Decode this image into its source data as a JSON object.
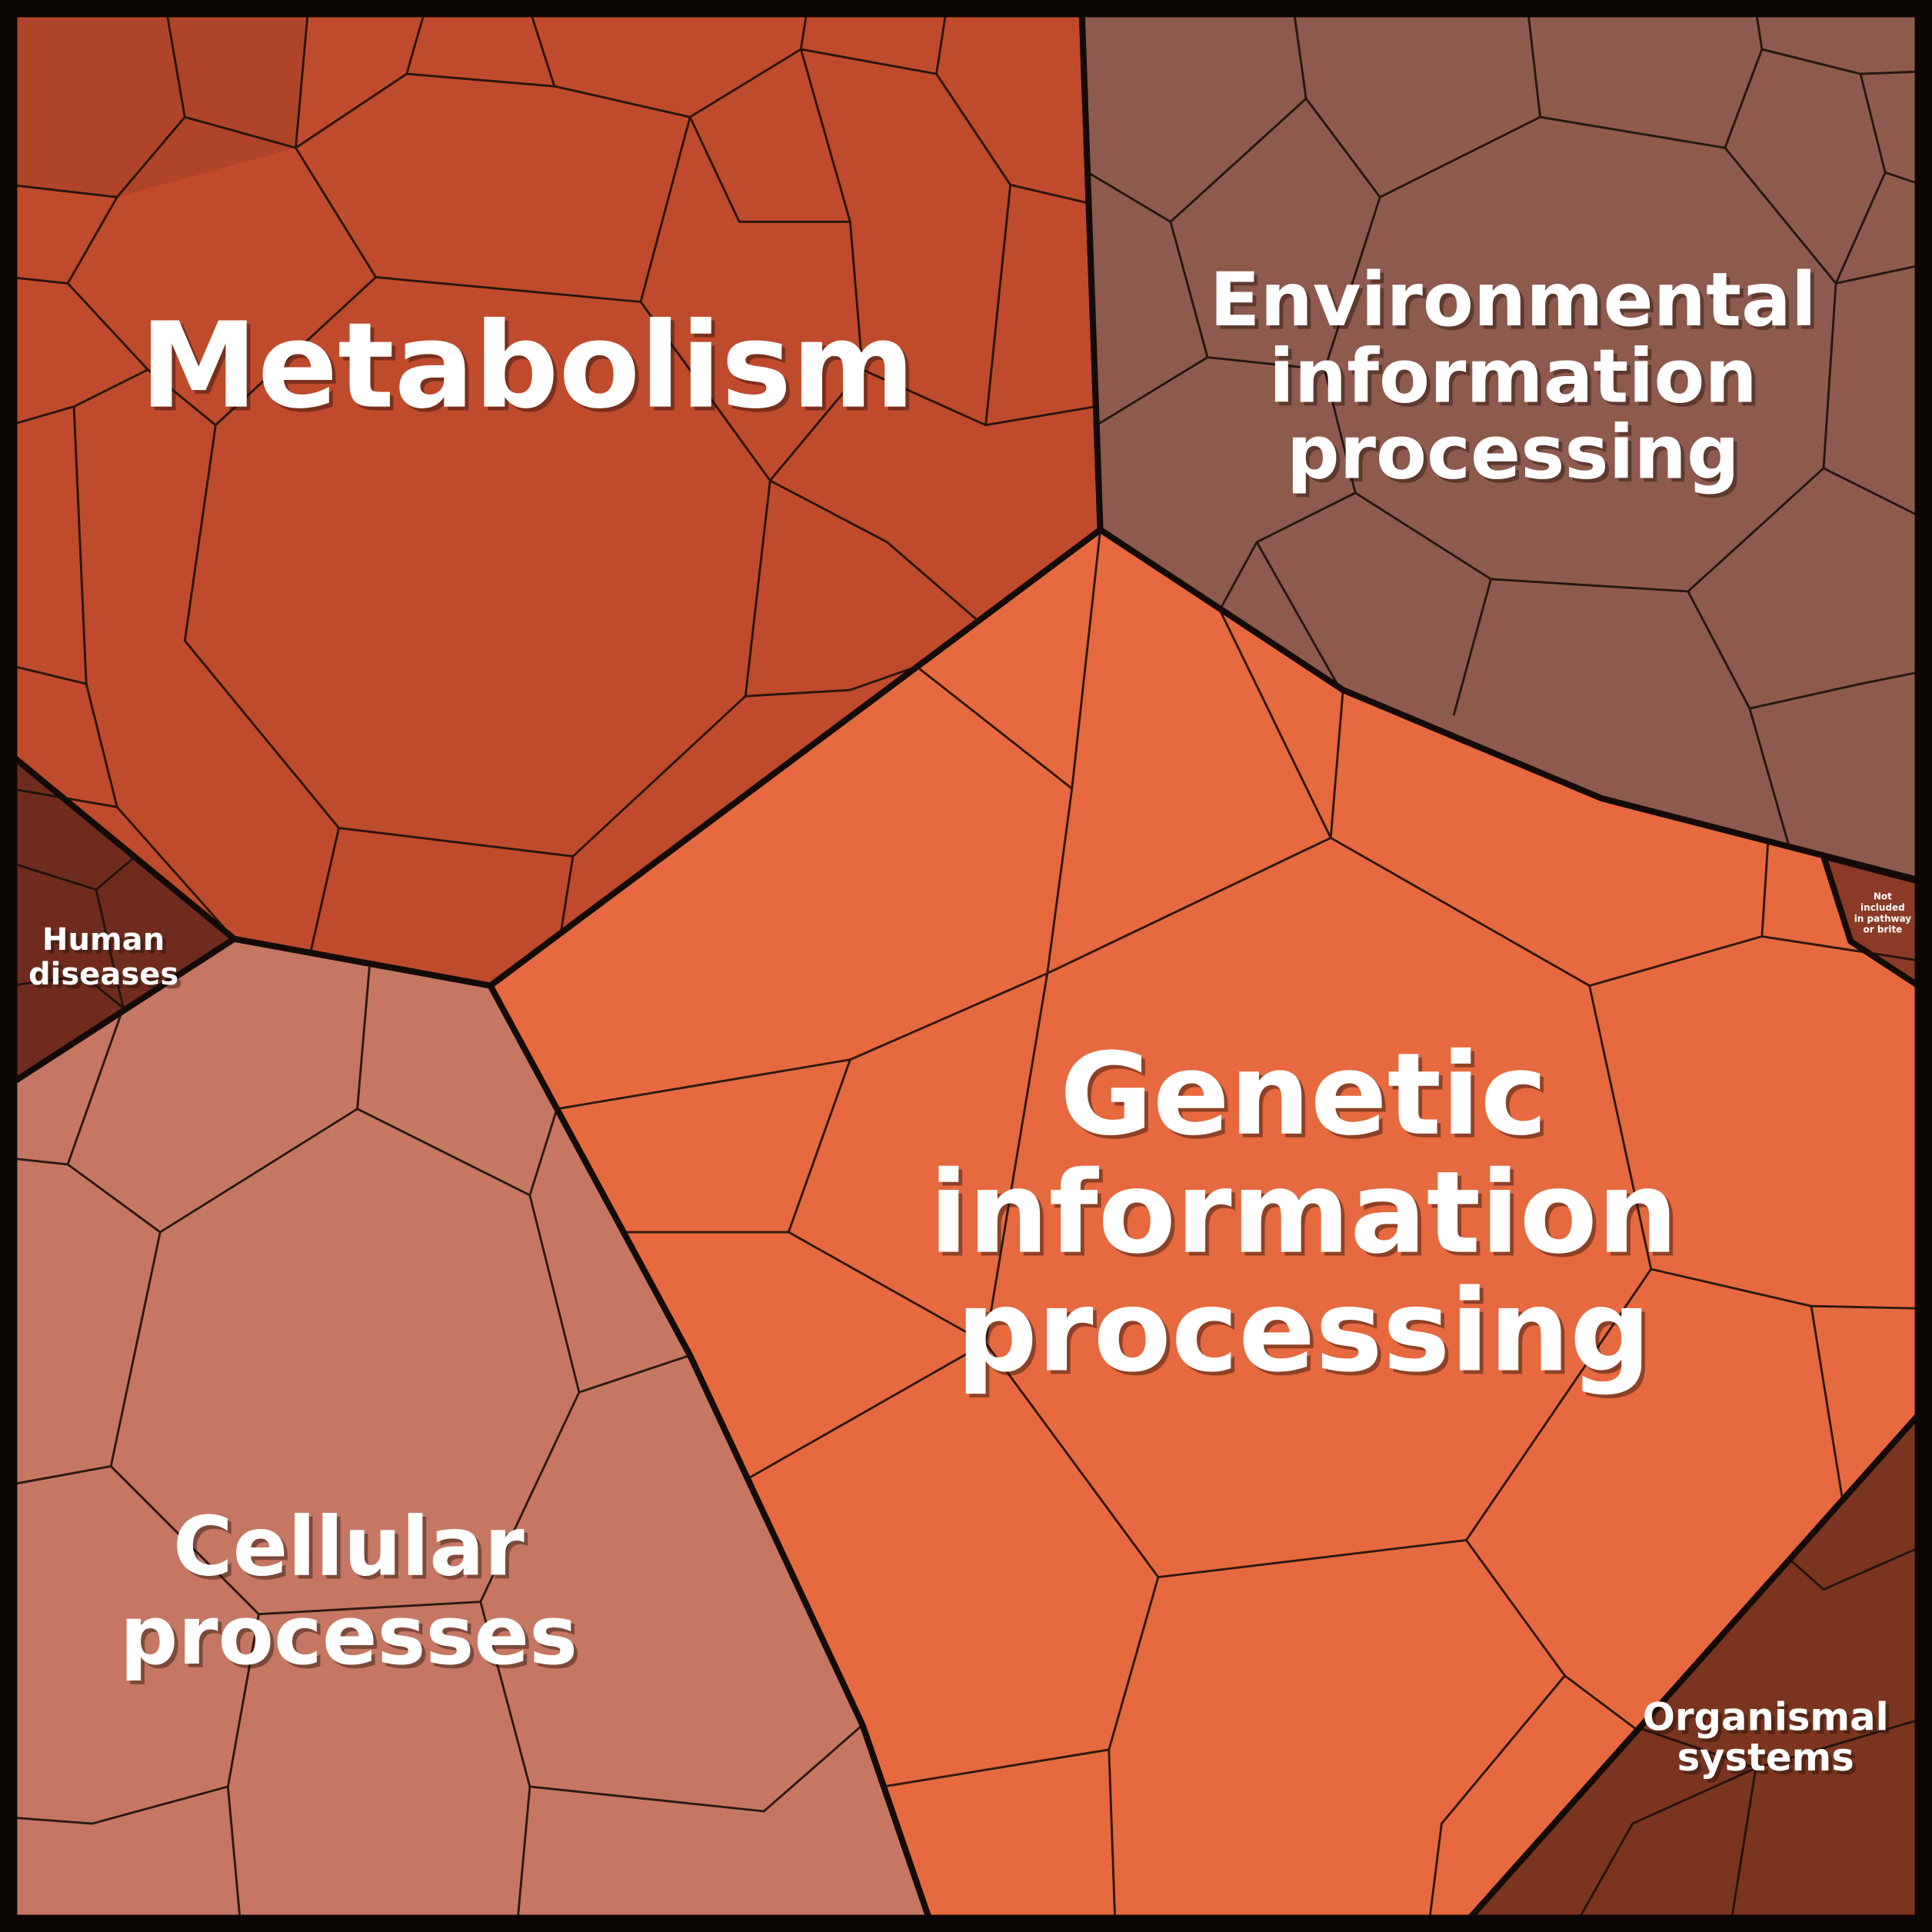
{
  "figure": {
    "kind": "voronoi-treemap",
    "background": "#0b0604",
    "ink": "#140b08",
    "label_color": "#ffffff"
  },
  "regions": [
    {
      "name": "metabolism",
      "label": "Metabolism",
      "label_lines": [
        "Metabolism"
      ],
      "color": "#bf4a2c",
      "area_pct": 24
    },
    {
      "name": "environmental-information-processing",
      "label": "Environmental information processing",
      "label_lines": [
        "Environmental",
        "information",
        "processing"
      ],
      "color": "#8d5a4d",
      "area_pct": 16
    },
    {
      "name": "genetic-information-processing",
      "label": "Genetic information processing",
      "label_lines": [
        "Genetic",
        "information",
        "processing"
      ],
      "color": "#e6693f",
      "area_pct": 35
    },
    {
      "name": "cellular-processes",
      "label": "Cellular processes",
      "label_lines": [
        "Cellular",
        "processes"
      ],
      "color": "#c57763",
      "area_pct": 18
    },
    {
      "name": "human-diseases",
      "label": "Human diseases",
      "label_lines": [
        "Human",
        "diseases"
      ],
      "color": "#6f2c1e",
      "area_pct": 1
    },
    {
      "name": "organismal-systems",
      "label": "Organismal systems",
      "label_lines": [
        "Organismal",
        "systems"
      ],
      "color": "#7b341f",
      "area_pct": 3
    },
    {
      "name": "not-included",
      "label": "Not included in pathway or brite",
      "label_lines": [
        "Not",
        "included",
        "in pathway",
        "or brite"
      ],
      "color": "#8a3a27",
      "area_pct": 0.2
    }
  ],
  "chart_data": {
    "type": "treemap",
    "subtype": "voronoi",
    "title": "",
    "categories": [
      "Metabolism",
      "Environmental information processing",
      "Genetic information processing",
      "Cellular processes",
      "Human diseases",
      "Organismal systems",
      "Not included in pathway or brite"
    ],
    "values": [
      24,
      16,
      35,
      18,
      1,
      3,
      0.2
    ],
    "values_unit": "approx. percent of total area",
    "colors": [
      "#bf4a2c",
      "#8d5a4d",
      "#e6693f",
      "#c57763",
      "#6f2c1e",
      "#7b341f",
      "#8a3a27"
    ],
    "legend": "none",
    "grid": "off"
  }
}
